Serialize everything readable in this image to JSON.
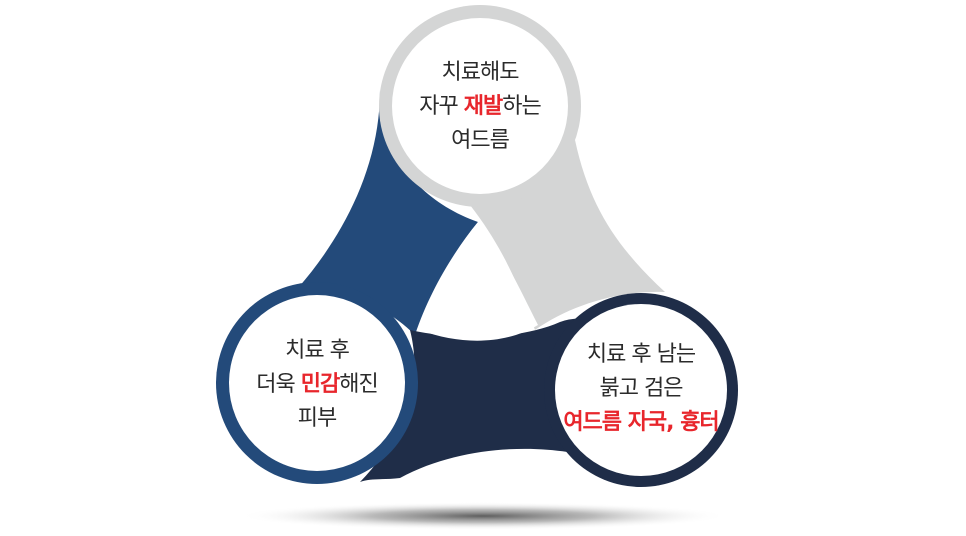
{
  "diagram": {
    "type": "three-circle-cycle",
    "colors": {
      "top_ring": "#d4d5d5",
      "left_ring": "#234a7a",
      "right_ring": "#1f2d48",
      "highlight_text": "#e8262c",
      "body_text": "#2b2b2b"
    },
    "nodes": [
      {
        "id": "top",
        "lines": [
          {
            "parts": [
              {
                "text": "치료해도",
                "highlight": false
              }
            ]
          },
          {
            "parts": [
              {
                "text": "자꾸 ",
                "highlight": false
              },
              {
                "text": "재발",
                "highlight": true
              },
              {
                "text": "하는",
                "highlight": false
              }
            ]
          },
          {
            "parts": [
              {
                "text": "여드름",
                "highlight": false
              }
            ]
          }
        ]
      },
      {
        "id": "left",
        "lines": [
          {
            "parts": [
              {
                "text": "치료 후",
                "highlight": false
              }
            ]
          },
          {
            "parts": [
              {
                "text": "더욱 ",
                "highlight": false
              },
              {
                "text": "민감",
                "highlight": true
              },
              {
                "text": "해진",
                "highlight": false
              }
            ]
          },
          {
            "parts": [
              {
                "text": "피부",
                "highlight": false
              }
            ]
          }
        ]
      },
      {
        "id": "right",
        "lines": [
          {
            "parts": [
              {
                "text": "치료 후 남는",
                "highlight": false
              }
            ]
          },
          {
            "parts": [
              {
                "text": "붉고 검은",
                "highlight": false
              }
            ]
          },
          {
            "parts": [
              {
                "text": "여드름 자국, 흉터",
                "highlight": true
              }
            ]
          }
        ]
      }
    ]
  }
}
